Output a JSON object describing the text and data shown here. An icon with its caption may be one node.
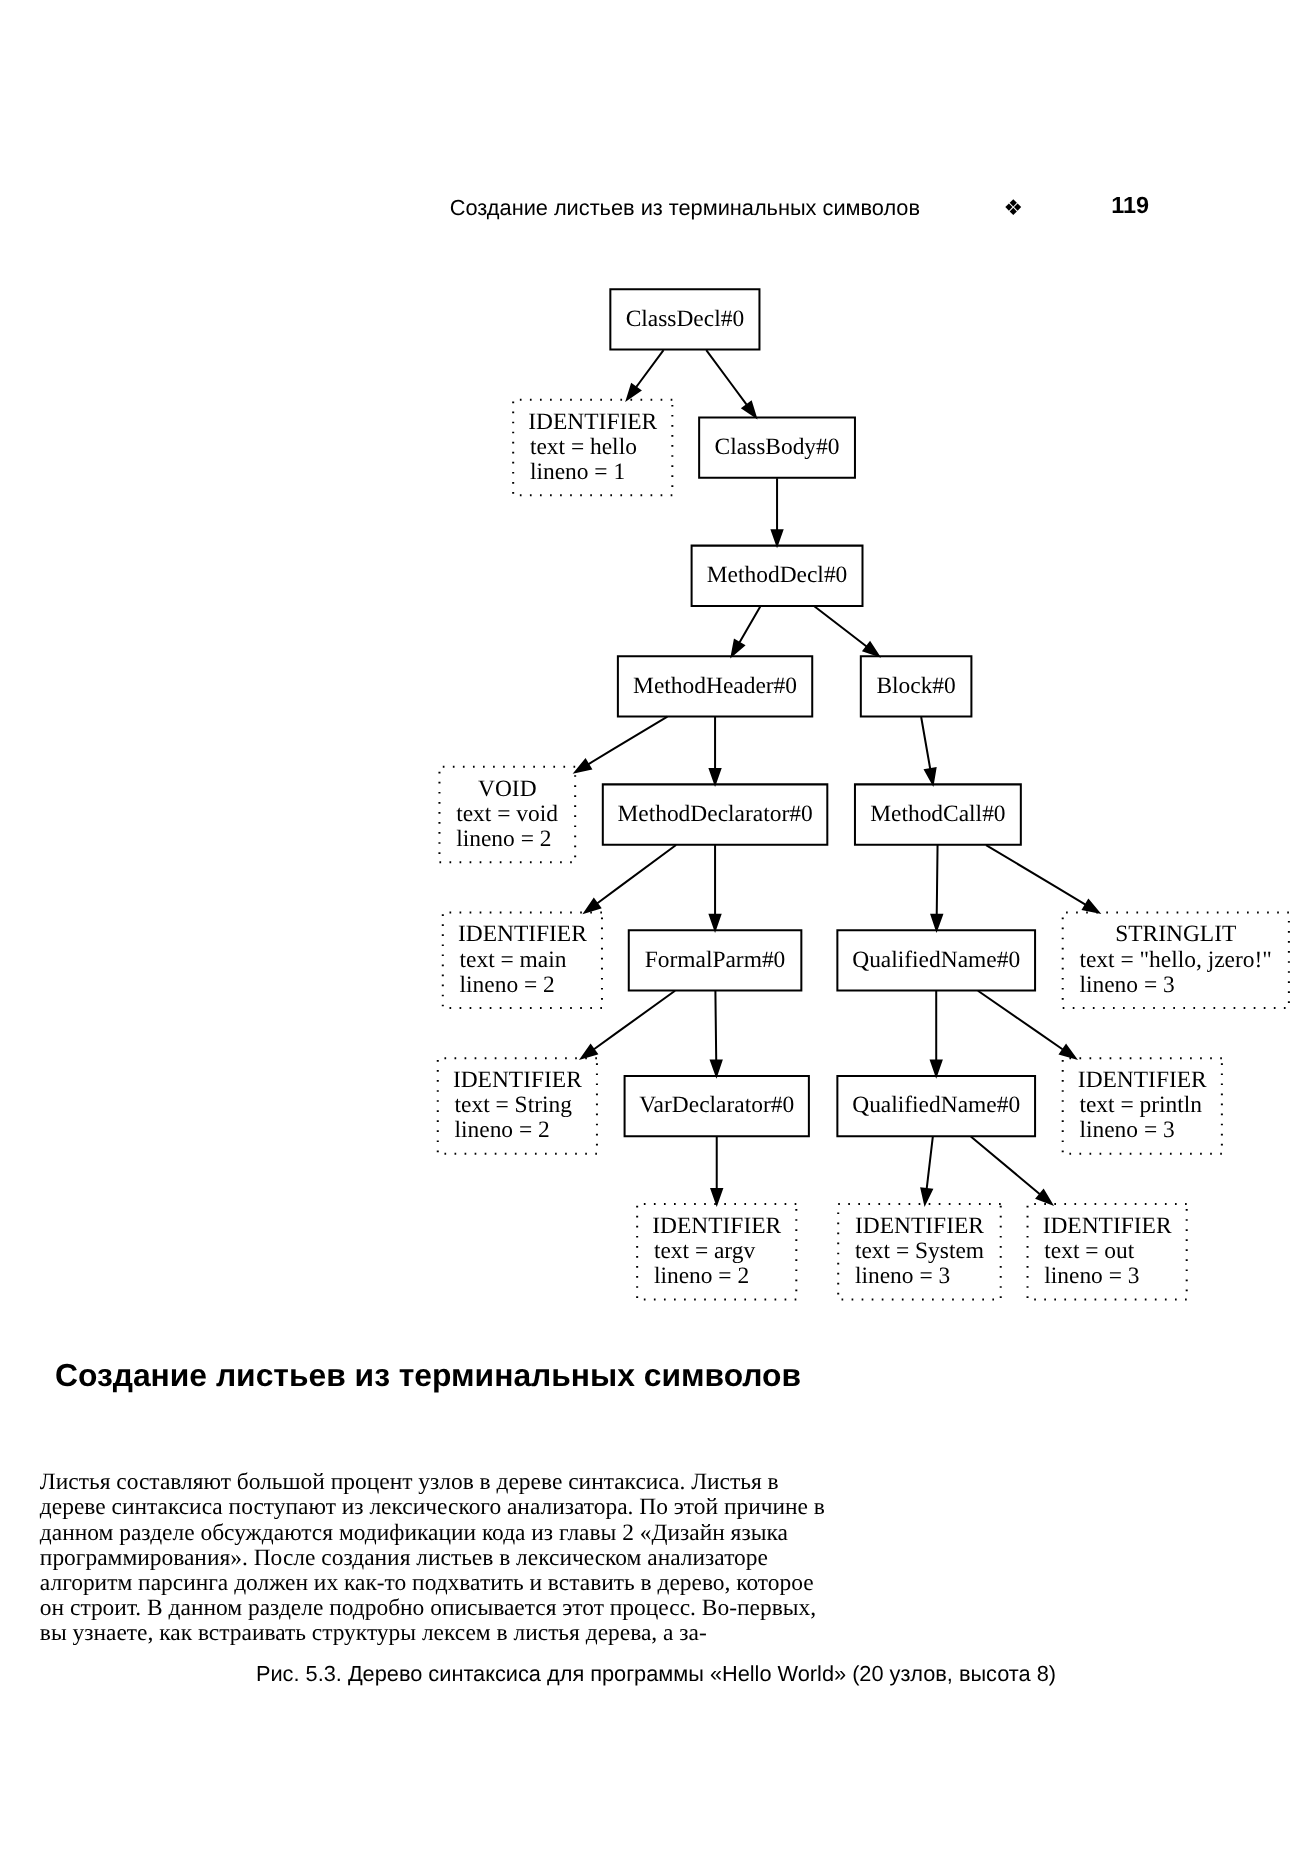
{
  "diagram": {
    "caption": "Рис. 5.3. Дерево синтаксиса для программы «Hello World» (20 узлов, высота 8)",
    "nodes": [
      {
        "text": [
          "ClassDecl#0"
        ]
      },
      {
        "text": [
          "IDENTIFIER",
          "text = hello",
          "lineno = 1"
        ]
      },
      {
        "text": [
          "ClassBody#0"
        ]
      },
      {
        "text": [
          "MethodDecl#0"
        ]
      },
      {
        "text": [
          "MethodHeader#0"
        ]
      },
      {
        "text": [
          "Block#0"
        ]
      },
      {
        "text": [
          "VOID",
          "text = void",
          "lineno = 2"
        ]
      },
      {
        "text": [
          "MethodDeclarator#0"
        ]
      },
      {
        "text": [
          "MethodCall#0"
        ]
      },
      {
        "text": [
          "IDENTIFIER",
          "text = main",
          "lineno = 2"
        ]
      },
      {
        "text": [
          "FormalParm#0"
        ]
      },
      {
        "text": [
          "QualifiedName#0"
        ]
      },
      {
        "text": [
          "STRINGLIT",
          "text = \"hello, jzero!\"",
          "lineno = 3"
        ]
      },
      {
        "text": [
          "IDENTIFIER",
          "text = String",
          "lineno = 2"
        ]
      },
      {
        "text": [
          "VarDeclarator#0"
        ]
      },
      {
        "text": [
          "QualifiedName#0"
        ]
      },
      {
        "text": [
          "IDENTIFIER",
          "text = println",
          "lineno = 3"
        ]
      },
      {
        "text": [
          "IDENTIFIER",
          "text = argv",
          "lineno = 2"
        ]
      },
      {
        "text": [
          "IDENTIFIER",
          "text = System",
          "lineno = 3"
        ]
      },
      {
        "text": [
          "IDENTIFIER",
          "text = out",
          "lineno = 3"
        ]
      }
    ],
    "edges": [
      {
        "from": 0,
        "to": 1,
        "arrow": "to"
      },
      {
        "from": 0,
        "to": 2,
        "arrow": "to"
      },
      {
        "from": 2,
        "to": 3,
        "arrow": "to"
      },
      {
        "from": 3,
        "to": 4,
        "arrow": "to"
      },
      {
        "from": 3,
        "to": 5,
        "arrow": "to"
      },
      {
        "from": 4,
        "to": 6,
        "arrow": "to"
      },
      {
        "from": 4,
        "to": 7,
        "arrow": "to"
      },
      {
        "from": 5,
        "to": 8,
        "arrow": "to"
      },
      {
        "from": 7,
        "to": 9,
        "arrow": "to"
      },
      {
        "from": 7,
        "to": 10,
        "arrow": "to"
      },
      {
        "from": 8,
        "to": 11,
        "arrow": "to"
      },
      {
        "from": 8,
        "to": 12,
        "arrow": "to"
      },
      {
        "from": 10,
        "to": 13,
        "arrow": "to"
      },
      {
        "from": 10,
        "to": 14,
        "arrow": "to"
      },
      {
        "from": 11,
        "to": 15,
        "arrow": "to"
      },
      {
        "from": 11,
        "to": 16,
        "arrow": "to"
      },
      {
        "from": 14,
        "to": 17,
        "arrow": "to"
      },
      {
        "from": 15,
        "to": 18,
        "arrow": "to"
      },
      {
        "from": 15,
        "to": 19,
        "arrow": "to"
      }
    ],
    "labels": [
      "Создание листьев из терминальных символов",
      "❖",
      "119",
      "Создание листьев из терминальных символов",
      "Листья составляют большой процент узлов в дереве синтаксиса. Листья в дереве синтаксиса поступают из лексического анализатора. По этой причине в данном разделе обсуждаются модификации кода из главы 2 «Дизайн языка программирования». После создания листьев в лексическом анализаторе алгоритм парсинга должен их как-то подхватить и вставить в дерево, которое он строит. В данном разделе подробно описывается этот процесс. Во-первых, вы узнаете, как встраивать структуры лексем в листья дерева, а за-"
    ]
  }
}
